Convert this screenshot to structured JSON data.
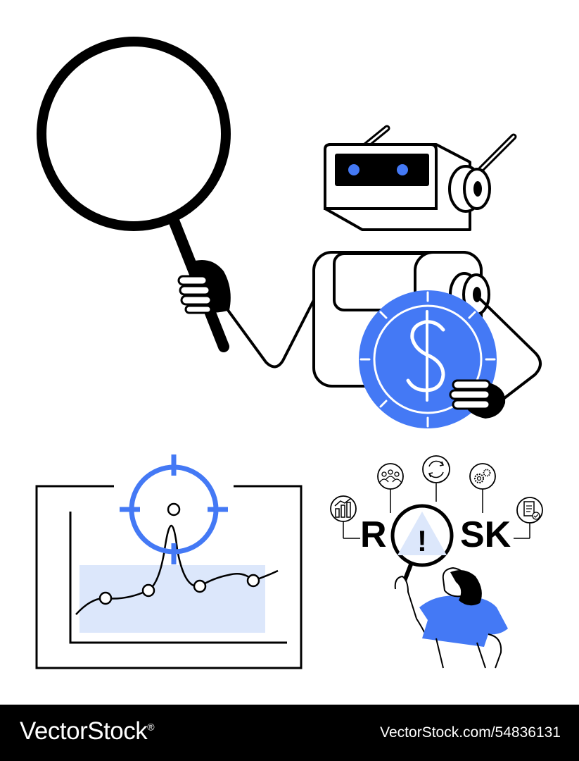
{
  "risk": {
    "letter_r": "R",
    "letters_sk": "SK",
    "exclaim": "!"
  },
  "footer": {
    "brand": "VectorStock",
    "registered": "®",
    "image_id": "VectorStock.com/54836131"
  },
  "colors": {
    "accent_blue": "#4479f5",
    "light_blue": "#dce7fb",
    "ink": "#000000",
    "footer_bg": "#000000"
  },
  "icons": [
    "magnifier-icon",
    "robot-icon",
    "dollar-coin-icon",
    "target-crosshair-icon",
    "bar-chart-icon",
    "team-icon",
    "refresh-cycle-icon",
    "gears-icon",
    "checklist-icon",
    "warning-triangle-icon"
  ]
}
